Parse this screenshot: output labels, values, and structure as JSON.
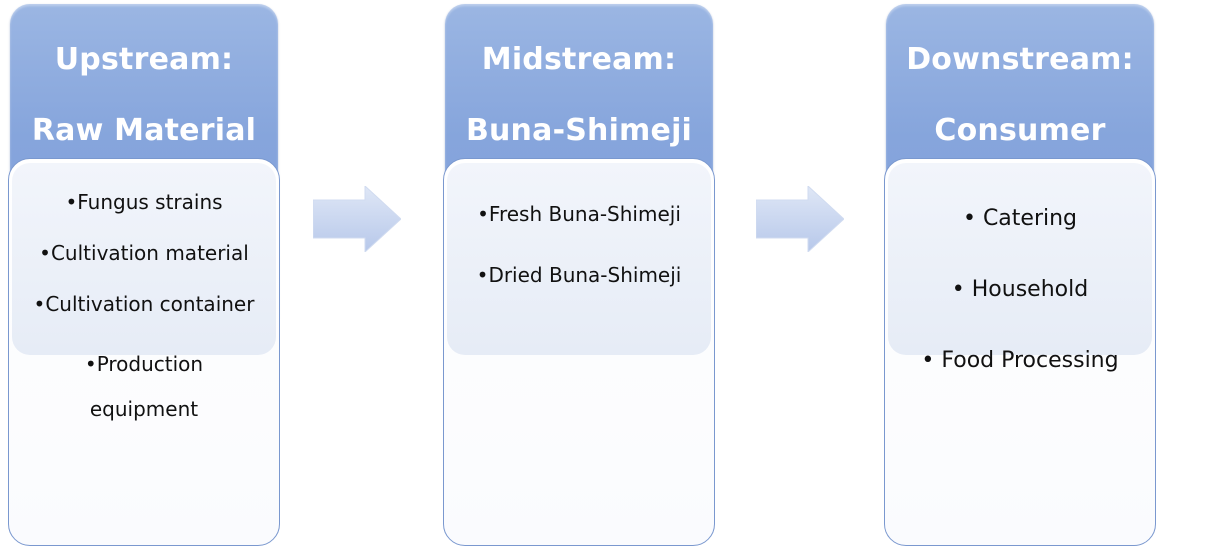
{
  "stages": [
    {
      "title_line1": "Upstream:",
      "title_line2": "Raw Material",
      "items": [
        "•Fungus strains",
        "•Cultivation material",
        "•Cultivation container",
        "•Production equipment"
      ]
    },
    {
      "title_line1": "Midstream:",
      "title_line2": "Buna-Shimeji",
      "items": [
        "•Fresh Buna-Shimeji",
        "•Dried Buna-Shimeji"
      ]
    },
    {
      "title_line1": "Downstream:",
      "title_line2": "Consumer",
      "items": [
        "• Catering",
        "• Household",
        "• Food Processing"
      ]
    }
  ],
  "colors": {
    "header_fill": "#86a5dc",
    "header_text": "#ffffff",
    "body_border": "#7a98cf",
    "arrow_fill": "#c5d3ee"
  }
}
